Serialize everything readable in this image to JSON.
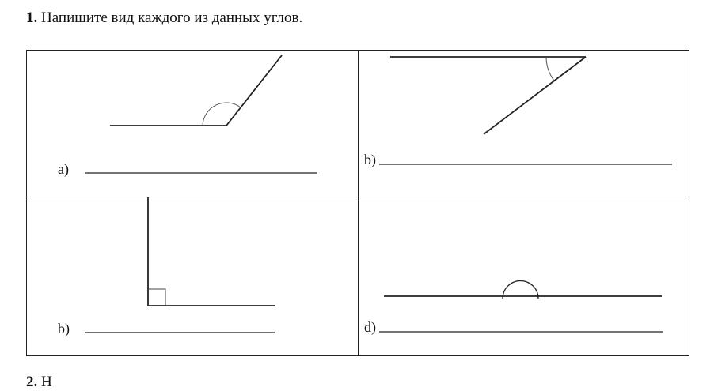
{
  "task": {
    "number": "1.",
    "text": "Напишите вид каждого из данных углов."
  },
  "cells": [
    {
      "label": "a)"
    },
    {
      "label": "b)"
    },
    {
      "label": "b)"
    },
    {
      "label": "d)"
    }
  ],
  "next_task": {
    "number": "2.",
    "text": "Н"
  }
}
